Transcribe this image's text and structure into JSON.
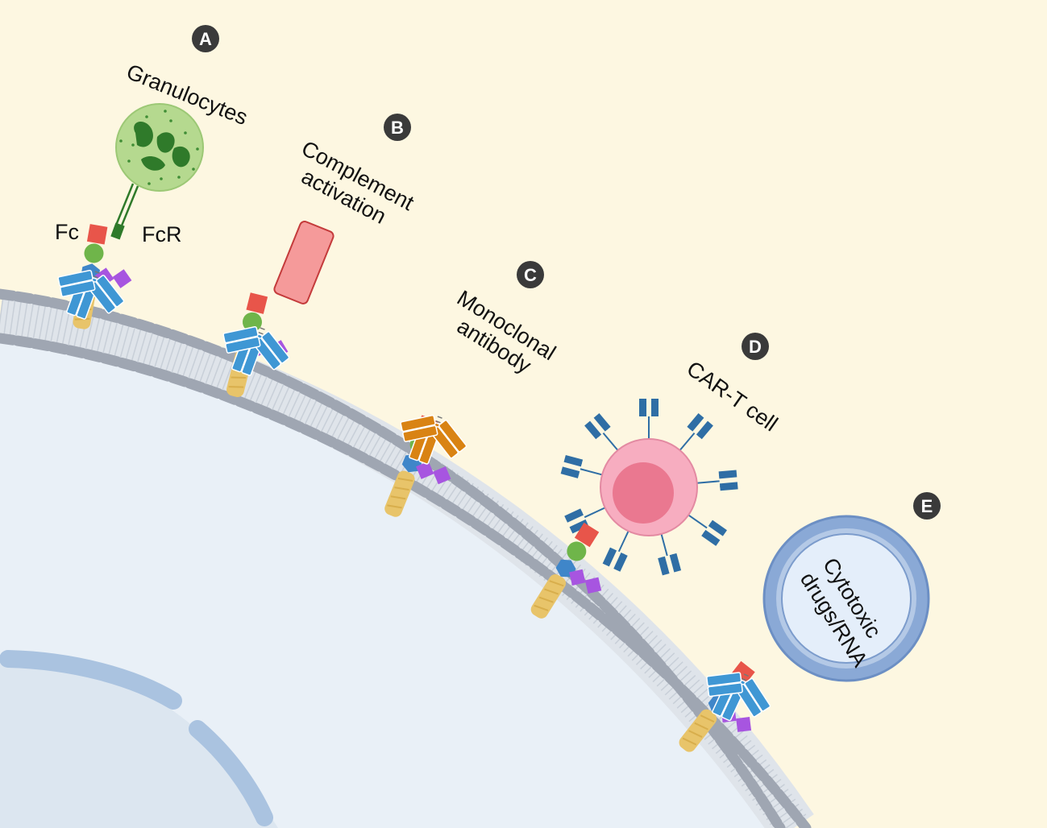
{
  "colors": {
    "background": "#fdf7e1",
    "cytoplasm": "#e9f0f7",
    "membrane_head": "#9fa6b2",
    "membrane_tail": "#c8cfd8",
    "nucleus": "#dce6f0",
    "nuclear_envelope": "#aac3e0",
    "antibody_blue": "#3f97d4",
    "antibody_orange": "#d98313",
    "antigen_red": "#e8554a",
    "antigen_green": "#6fb54a",
    "antigen_blue": "#3f86c9",
    "antigen_purple": "#a755e0",
    "antigen_stalk": "#e8c46a",
    "granulocyte": "#b5d98f",
    "granulocyte_nucleus": "#2f7a2a",
    "complement": "#f59a9a",
    "cart_outer": "#f7adc0",
    "cart_inner": "#ea7890",
    "cart_receptor": "#2f6ea5",
    "liposome_ring": "#8aa9d6",
    "liposome_core": "#e4eefa",
    "badge": "#3a3a3a"
  },
  "icons": [
    "granulocyte-icon",
    "complement-protein-icon",
    "antibody-icon",
    "car-t-cell-icon",
    "liposome-icon",
    "cell-membrane-icon",
    "tumor-antigen-icon"
  ],
  "badges": {
    "a": "A",
    "b": "B",
    "c": "C",
    "d": "D",
    "e": "E"
  },
  "labels": {
    "granulocytes": "Granulocytes",
    "fc": "Fc",
    "fcr": "FcR",
    "complement_line1": "Complement",
    "complement_line2": "activation",
    "mab_line1": "Monoclonal",
    "mab_line2": "antibody",
    "cart": "CAR-T cell",
    "liposome_line1": "Cytotoxic",
    "liposome_line2": "drugs/RNA"
  }
}
